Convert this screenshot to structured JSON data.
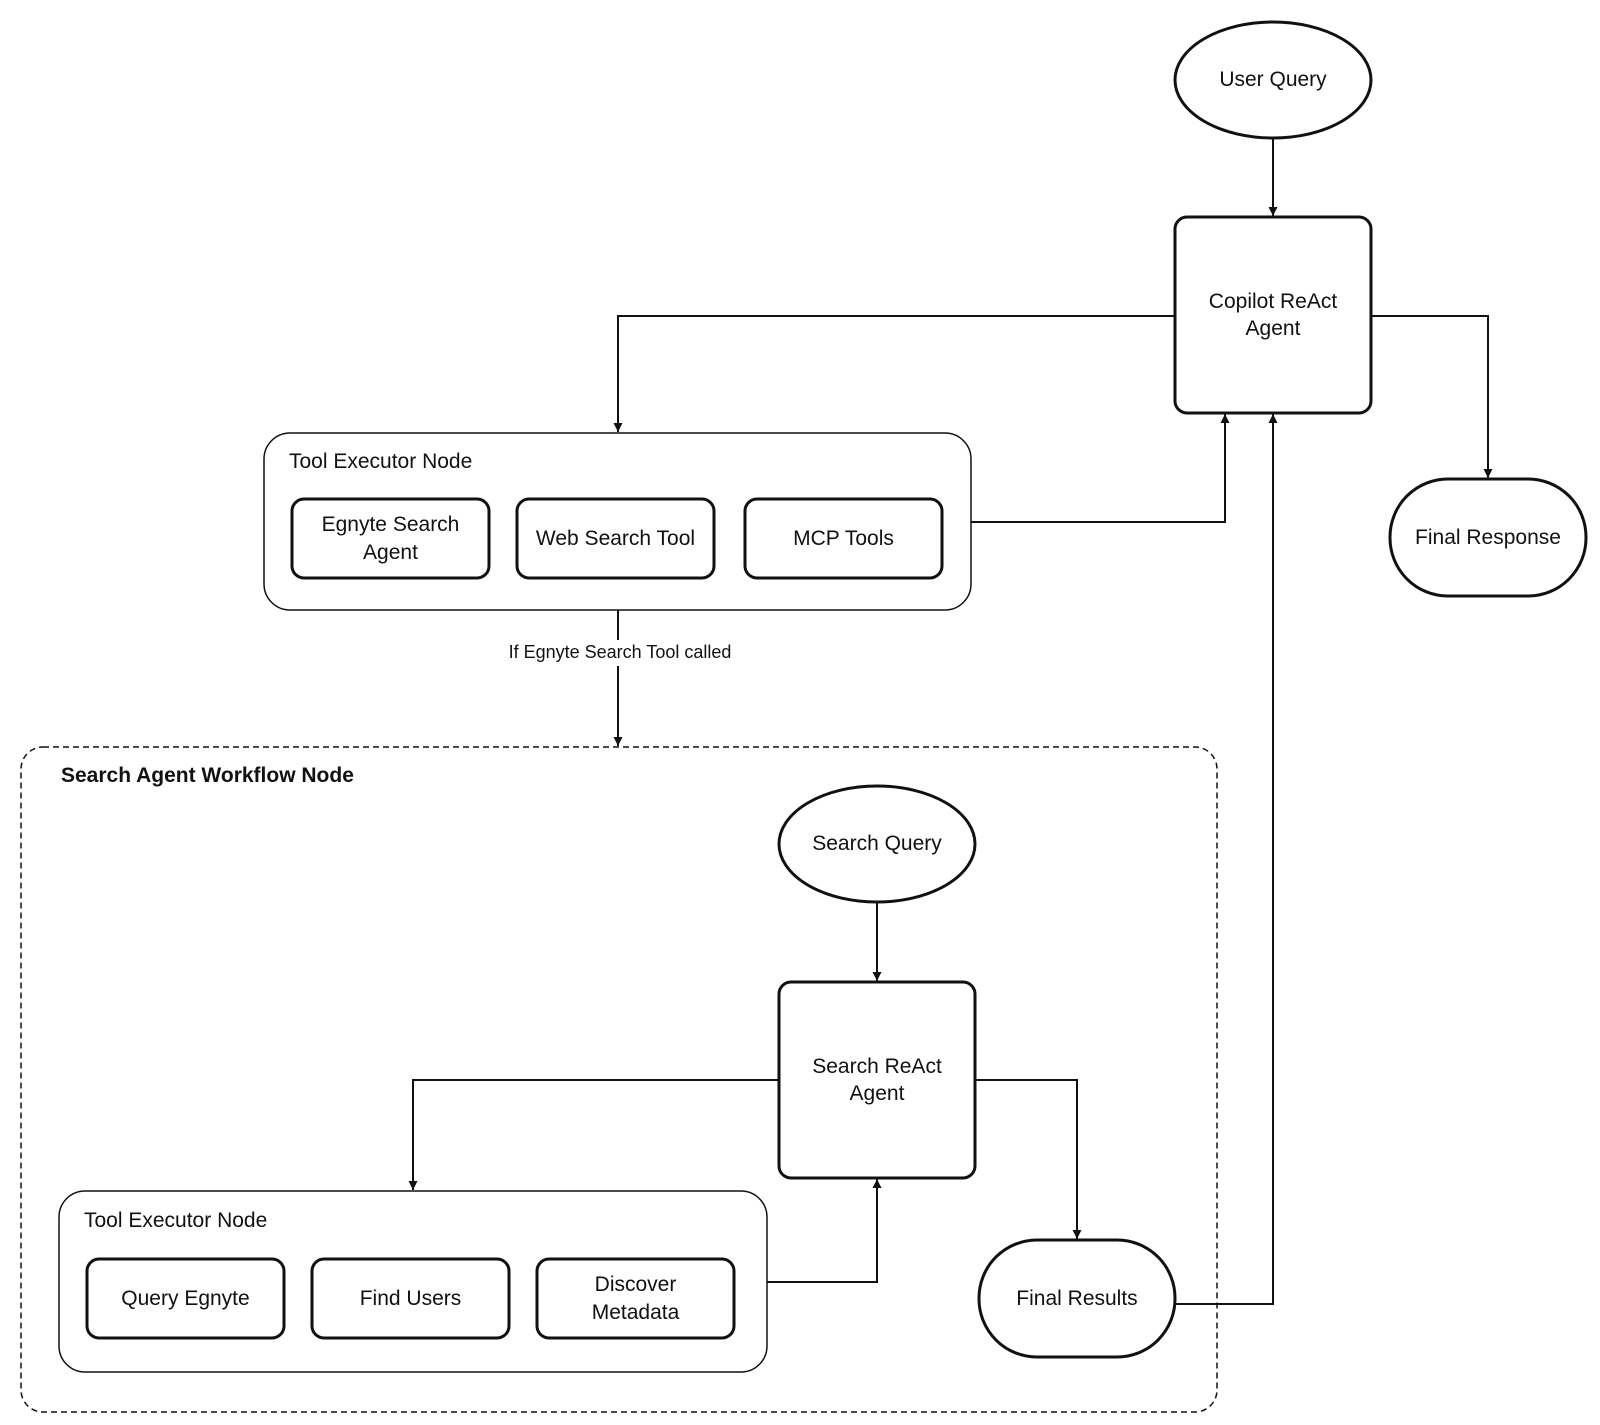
{
  "user_query": "User Query",
  "copilot_agent": "Copilot ReAct\nAgent",
  "final_response": "Final Response",
  "outer_tool_executor": {
    "title": "Tool Executor Node",
    "tools": [
      "Egnyte Search\nAgent",
      "Web Search Tool",
      "MCP Tools"
    ]
  },
  "edge_condition": "If Egnyte Search Tool called",
  "search_workflow": {
    "title": "Search Agent Workflow Node",
    "search_query": "Search Query",
    "search_agent": "Search ReAct\nAgent",
    "final_results": "Final Results",
    "inner_tool_executor": {
      "title": "Tool Executor Node",
      "tools": [
        "Query Egnyte",
        "Find Users",
        "Discover\nMetadata"
      ]
    }
  },
  "colors": {
    "stroke": "#111111",
    "background": "#ffffff"
  }
}
